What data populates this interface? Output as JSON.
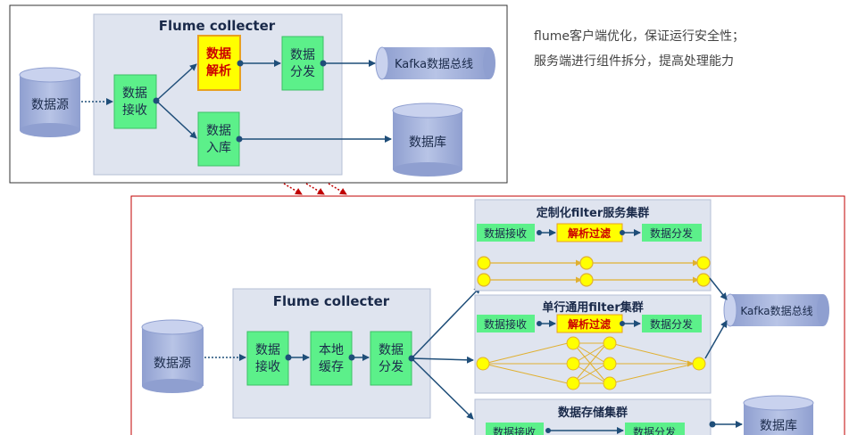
{
  "notes": [
    "flume客户端优化，保证运行安全性；",
    "服务端进行组件拆分，提高处理能力"
  ],
  "top": {
    "collector_title": "Flume collecter",
    "source": "数据源",
    "receive": [
      "数据",
      "接收"
    ],
    "parse": [
      "数据",
      "解析"
    ],
    "dispatch": [
      "数据",
      "分发"
    ],
    "store": [
      "数据",
      "入库"
    ],
    "kafka": "Kafka数据总线",
    "database": "数据库"
  },
  "bottom": {
    "collector_title": "Flume collecter",
    "source": "数据源",
    "receive": [
      "数据",
      "接收"
    ],
    "cache": [
      "本地",
      "缓存"
    ],
    "dispatch": [
      "数据",
      "分发"
    ],
    "kafka": "Kafka数据总线",
    "database": "数据库",
    "clusters": [
      {
        "title": "定制化filter服务集群",
        "receive": "数据接收",
        "parse": "解析过滤",
        "dispatch": "数据分发"
      },
      {
        "title": "单行通用filter集群",
        "receive": "数据接收",
        "parse": "解析过滤",
        "dispatch": "数据分发"
      },
      {
        "title": "数据存储集群",
        "receive": "数据接收",
        "dispatch": "数据分发"
      }
    ]
  },
  "colors": {
    "green_box": "#5cf08a",
    "yellow_box": "#ffff00",
    "panel": "#dfe4ef",
    "cylinder": "#a9b6dc",
    "arrow": "#1f4e79",
    "dot_line": "#f0c040",
    "parse_text": "#cc0000"
  }
}
